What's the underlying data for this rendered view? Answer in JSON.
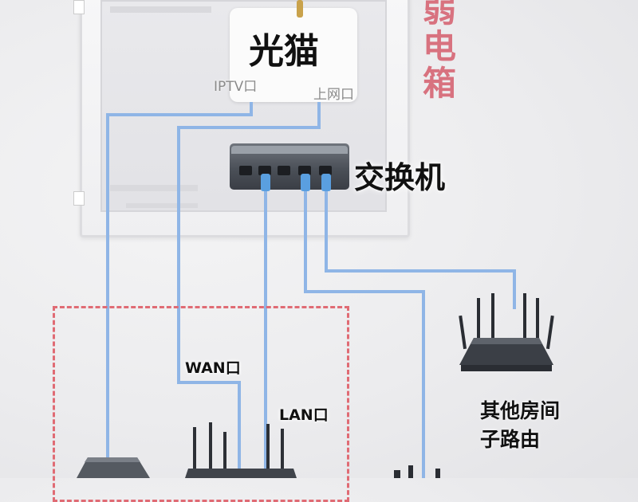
{
  "labels": {
    "modem": "光猫",
    "iptv_port": "IPTV口",
    "internet_port": "上网口",
    "switch": "交换机",
    "wan_port": "WAN口",
    "lan_port": "LAN口",
    "other_router_line1": "其他房间",
    "other_router_line2": "子路由",
    "box_title_char1": "弱",
    "box_title_char2": "电",
    "box_title_char3": "箱"
  },
  "colors": {
    "cable": "#8fb5e6",
    "zone_border": "#e06b74",
    "box_title": "#d8727f"
  }
}
